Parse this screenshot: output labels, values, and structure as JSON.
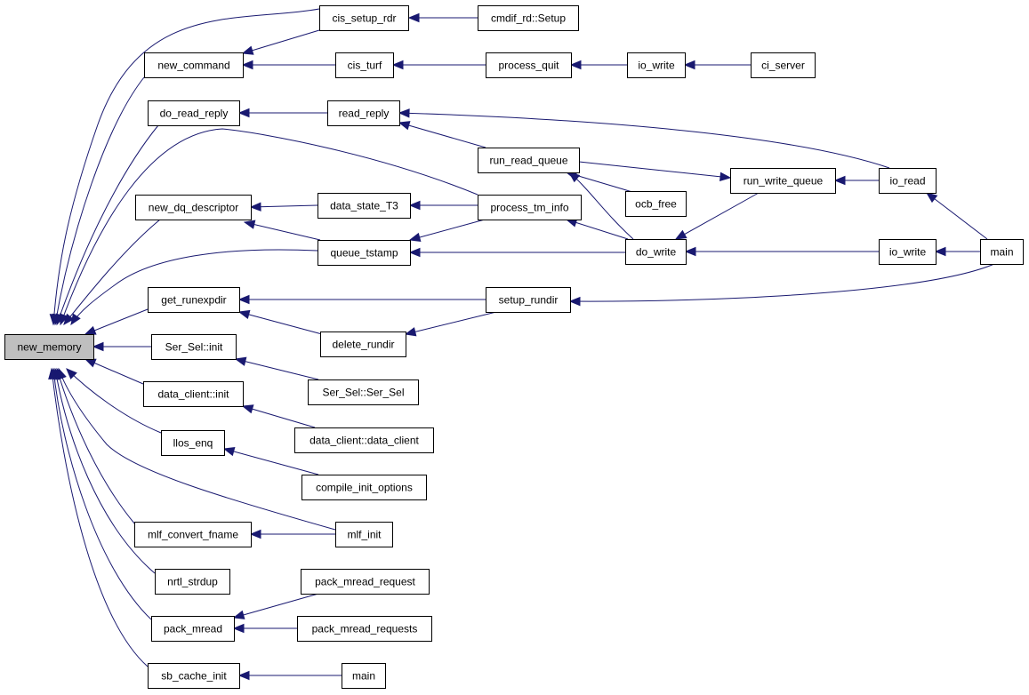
{
  "diagram": {
    "nodes": [
      {
        "id": "new_memory",
        "label": "new_memory",
        "root": true
      },
      {
        "id": "cis_setup_rdr",
        "label": "cis_setup_rdr"
      },
      {
        "id": "cmdif_setup",
        "label": "cmdif_rd::Setup"
      },
      {
        "id": "new_command",
        "label": "new_command"
      },
      {
        "id": "cis_turf",
        "label": "cis_turf"
      },
      {
        "id": "process_quit",
        "label": "process_quit"
      },
      {
        "id": "io_write_1",
        "label": "io_write"
      },
      {
        "id": "ci_server",
        "label": "ci_server"
      },
      {
        "id": "do_read_reply",
        "label": "do_read_reply"
      },
      {
        "id": "read_reply",
        "label": "read_reply"
      },
      {
        "id": "run_read_queue",
        "label": "run_read_queue"
      },
      {
        "id": "run_write_queue",
        "label": "run_write_queue"
      },
      {
        "id": "io_read",
        "label": "io_read"
      },
      {
        "id": "new_dq_descriptor",
        "label": "new_dq_descriptor"
      },
      {
        "id": "data_state_T3",
        "label": "data_state_T3"
      },
      {
        "id": "process_tm_info",
        "label": "process_tm_info"
      },
      {
        "id": "ocb_free",
        "label": "ocb_free"
      },
      {
        "id": "queue_tstamp",
        "label": "queue_tstamp"
      },
      {
        "id": "do_write",
        "label": "do_write"
      },
      {
        "id": "io_write_2",
        "label": "io_write"
      },
      {
        "id": "main_1",
        "label": "main"
      },
      {
        "id": "get_runexpdir",
        "label": "get_runexpdir"
      },
      {
        "id": "setup_rundir",
        "label": "setup_rundir"
      },
      {
        "id": "delete_rundir",
        "label": "delete_rundir"
      },
      {
        "id": "ser_sel_init",
        "label": "Ser_Sel::init"
      },
      {
        "id": "ser_sel_ctor",
        "label": "Ser_Sel::Ser_Sel"
      },
      {
        "id": "data_client_init",
        "label": "data_client::init"
      },
      {
        "id": "data_client_ctor",
        "label": "data_client::data_client"
      },
      {
        "id": "llos_enq",
        "label": "llos_enq"
      },
      {
        "id": "compile_init_options",
        "label": "compile_init_options"
      },
      {
        "id": "mlf_convert_fname",
        "label": "mlf_convert_fname"
      },
      {
        "id": "mlf_init",
        "label": "mlf_init"
      },
      {
        "id": "nrtl_strdup",
        "label": "nrtl_strdup"
      },
      {
        "id": "pack_mread",
        "label": "pack_mread"
      },
      {
        "id": "pack_mread_request",
        "label": "pack_mread_request"
      },
      {
        "id": "pack_mread_requests",
        "label": "pack_mread_requests"
      },
      {
        "id": "sb_cache_init",
        "label": "sb_cache_init"
      },
      {
        "id": "main_2",
        "label": "main"
      }
    ],
    "edges": [
      {
        "from": "cis_setup_rdr",
        "to": "new_memory"
      },
      {
        "from": "new_command",
        "to": "new_memory"
      },
      {
        "from": "do_read_reply",
        "to": "new_memory"
      },
      {
        "from": "process_tm_info",
        "to": "new_memory"
      },
      {
        "from": "new_dq_descriptor",
        "to": "new_memory"
      },
      {
        "from": "queue_tstamp",
        "to": "new_memory"
      },
      {
        "from": "get_runexpdir",
        "to": "new_memory"
      },
      {
        "from": "ser_sel_init",
        "to": "new_memory"
      },
      {
        "from": "data_client_init",
        "to": "new_memory"
      },
      {
        "from": "llos_enq",
        "to": "new_memory"
      },
      {
        "from": "mlf_init",
        "to": "new_memory"
      },
      {
        "from": "mlf_convert_fname",
        "to": "new_memory"
      },
      {
        "from": "nrtl_strdup",
        "to": "new_memory"
      },
      {
        "from": "pack_mread",
        "to": "new_memory"
      },
      {
        "from": "sb_cache_init",
        "to": "new_memory"
      },
      {
        "from": "cmdif_setup",
        "to": "cis_setup_rdr"
      },
      {
        "from": "cis_setup_rdr",
        "to": "new_command"
      },
      {
        "from": "cis_turf",
        "to": "new_command"
      },
      {
        "from": "process_quit",
        "to": "cis_turf"
      },
      {
        "from": "io_write_1",
        "to": "process_quit"
      },
      {
        "from": "ci_server",
        "to": "io_write_1"
      },
      {
        "from": "read_reply",
        "to": "do_read_reply"
      },
      {
        "from": "run_read_queue",
        "to": "read_reply"
      },
      {
        "from": "io_read",
        "to": "read_reply"
      },
      {
        "from": "run_read_queue",
        "to": "run_write_queue"
      },
      {
        "from": "ocb_free",
        "to": "run_read_queue"
      },
      {
        "from": "do_write",
        "to": "run_read_queue"
      },
      {
        "from": "io_read",
        "to": "run_write_queue"
      },
      {
        "from": "main_1",
        "to": "io_read"
      },
      {
        "from": "data_state_T3",
        "to": "new_dq_descriptor"
      },
      {
        "from": "queue_tstamp",
        "to": "new_dq_descriptor"
      },
      {
        "from": "process_tm_info",
        "to": "data_state_T3"
      },
      {
        "from": "do_write",
        "to": "process_tm_info"
      },
      {
        "from": "process_tm_info",
        "to": "queue_tstamp"
      },
      {
        "from": "do_write",
        "to": "queue_tstamp"
      },
      {
        "from": "run_write_queue",
        "to": "do_write"
      },
      {
        "from": "io_write_2",
        "to": "do_write"
      },
      {
        "from": "main_1",
        "to": "io_write_2"
      },
      {
        "from": "setup_rundir",
        "to": "get_runexpdir"
      },
      {
        "from": "delete_rundir",
        "to": "get_runexpdir"
      },
      {
        "from": "setup_rundir",
        "to": "delete_rundir"
      },
      {
        "from": "main_1",
        "to": "setup_rundir"
      },
      {
        "from": "ser_sel_ctor",
        "to": "ser_sel_init"
      },
      {
        "from": "data_client_ctor",
        "to": "data_client_init"
      },
      {
        "from": "compile_init_options",
        "to": "llos_enq"
      },
      {
        "from": "mlf_init",
        "to": "mlf_convert_fname"
      },
      {
        "from": "pack_mread_request",
        "to": "pack_mread"
      },
      {
        "from": "pack_mread_requests",
        "to": "pack_mread"
      },
      {
        "from": "main_2",
        "to": "sb_cache_init"
      }
    ],
    "colors": {
      "edge": "#191970",
      "root_fill": "#bfbfbf",
      "node_fill": "#ffffff",
      "node_border": "#000000"
    }
  }
}
